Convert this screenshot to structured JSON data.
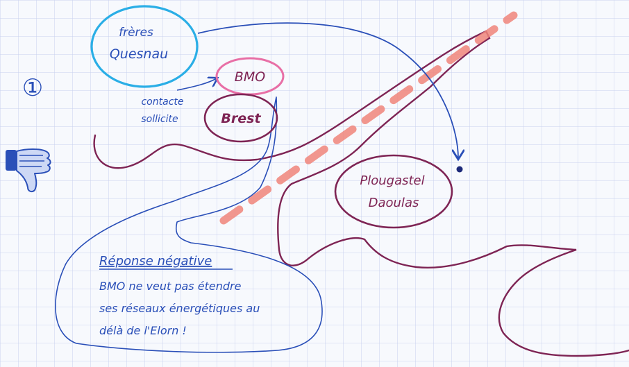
{
  "nodes": {
    "freres": {
      "line1": "frères",
      "line2": "Quesnau"
    },
    "bmo": {
      "label": "BMO"
    },
    "brest": {
      "label": "Brest"
    },
    "plouguastel": {
      "line1": "Plougastel",
      "line2": "Daoulas"
    }
  },
  "arrow_label": {
    "line1": "contacte",
    "line2": "sollicite"
  },
  "callout": {
    "title": "Réponse négative",
    "line1": "BMO ne veut pas étendre",
    "line2": "ses réseaux énergétiques au",
    "line3": "délà de l'Elorn !"
  },
  "margin": {
    "number_mark": "①"
  },
  "colors": {
    "blue": "#2a4fb8",
    "cyan": "#2aaee6",
    "purple": "#7e2454",
    "pink": "#e86fa6",
    "salmon": "#f0857a",
    "grid": "#c9d1ee",
    "paper": "#f7f9fd"
  }
}
